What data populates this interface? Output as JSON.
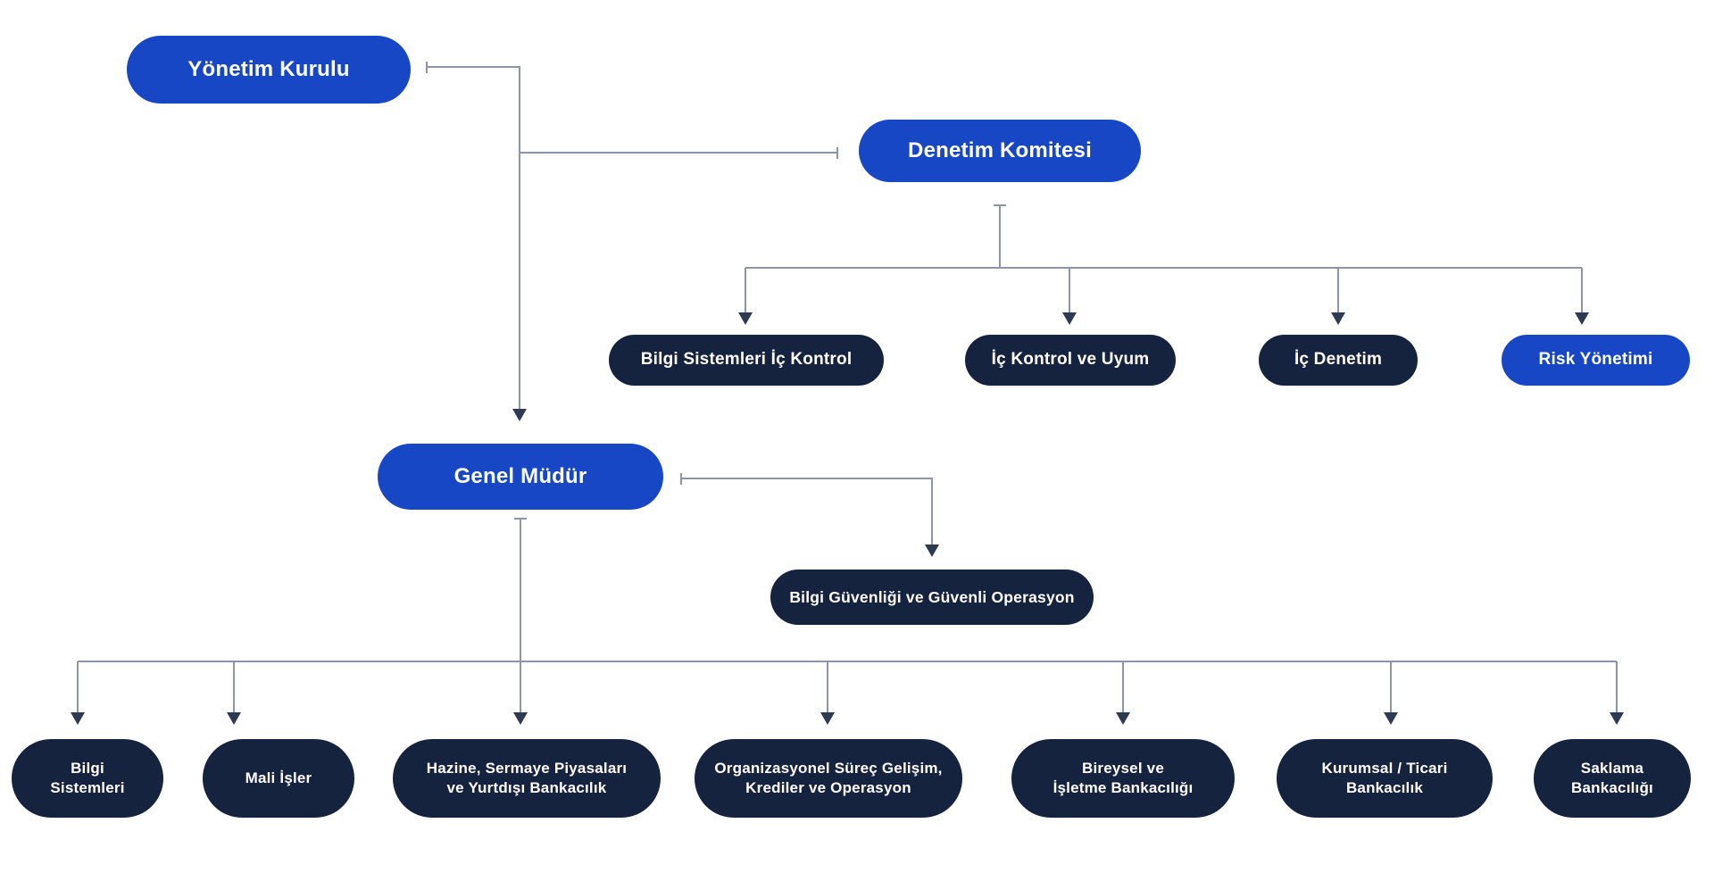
{
  "colors": {
    "primary_blue": "#1847C6",
    "dark_navy": "#16233E",
    "connector": "#8E95A6",
    "arrow": "#2E3A52",
    "text": "#FFFFFF",
    "background": "#FFFFFF"
  },
  "nodes": {
    "yonetim_kurulu": {
      "label": "Yönetim Kurulu",
      "variant": "blue"
    },
    "denetim_komitesi": {
      "label": "Denetim Komitesi",
      "variant": "blue"
    },
    "bilgi_sistemleri_ic_kontrol": {
      "label": "Bilgi Sistemleri İç Kontrol",
      "variant": "navy"
    },
    "ic_kontrol_ve_uyum": {
      "label": "İç Kontrol ve Uyum",
      "variant": "navy"
    },
    "ic_denetim": {
      "label": "İç Denetim",
      "variant": "navy"
    },
    "risk_yonetimi": {
      "label": "Risk Yönetimi",
      "variant": "blue"
    },
    "genel_mudur": {
      "label": "Genel Müdür",
      "variant": "blue"
    },
    "bilgi_guvenligi": {
      "label": "Bilgi Güvenliği ve Güvenli Operasyon",
      "variant": "navy"
    },
    "bilgi_sistemleri": {
      "label": "Bilgi\nSistemleri",
      "variant": "navy"
    },
    "mali_isler": {
      "label": "Mali İşler",
      "variant": "navy"
    },
    "hazine": {
      "label": "Hazine, Sermaye Piyasaları\nve Yurtdışı Bankacılık",
      "variant": "navy"
    },
    "organizasyonel": {
      "label": "Organizasyonel Süreç Gelişim,\nKrediler ve Operasyon",
      "variant": "navy"
    },
    "bireysel": {
      "label": "Bireysel ve\nİşletme Bankacılığı",
      "variant": "navy"
    },
    "kurumsal": {
      "label": "Kurumsal / Ticari\nBankacılık",
      "variant": "navy"
    },
    "saklama": {
      "label": "Saklama\nBankacılığı",
      "variant": "navy"
    }
  }
}
